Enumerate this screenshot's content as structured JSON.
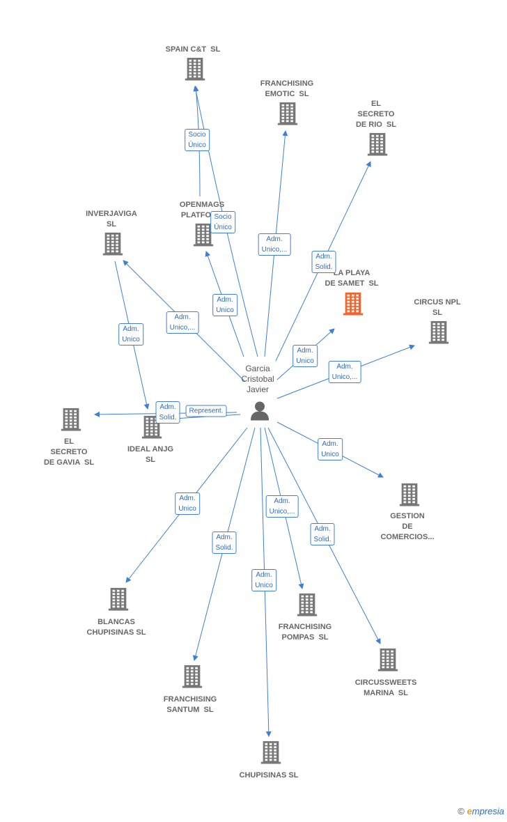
{
  "colors": {
    "edge": "#3d7fd6",
    "company": "#777777",
    "company_highlight": "#f26430",
    "person": "#666666"
  },
  "person": {
    "name": "Garcia\nCristobal\nJavier",
    "icon": "person-icon"
  },
  "companies": [
    {
      "id": "spain_ct",
      "name": "SPAIN C&T  SL",
      "highlight": false
    },
    {
      "id": "franchising_emotic",
      "name": "FRANCHISING\nEMOTIC  SL",
      "highlight": false
    },
    {
      "id": "el_secreto_rio",
      "name": "EL\nSECRETO\nDE RIO  SL",
      "highlight": false
    },
    {
      "id": "openmags",
      "name": "OPENMAGS\nPLATFORM",
      "highlight": false
    },
    {
      "id": "inverjaviga",
      "name": "INVERJAVIGA\nSL",
      "highlight": false
    },
    {
      "id": "la_playa_samet",
      "name": "LA PLAYA\nDE SAMET  SL",
      "highlight": true
    },
    {
      "id": "circus_npl",
      "name": "CIRCUS NPL\nSL",
      "highlight": false
    },
    {
      "id": "el_secreto_gavia",
      "name": "EL\nSECRETO\nDE GAVIA  SL",
      "highlight": false
    },
    {
      "id": "ideal_anjg",
      "name": "IDEAL ANJG\nSL",
      "highlight": false
    },
    {
      "id": "gestion_comercios",
      "name": "GESTION\nDE\nCOMERCIOS...",
      "highlight": false
    },
    {
      "id": "blancas_chupisinas",
      "name": "BLANCAS\nCHUPISINAS SL",
      "highlight": false
    },
    {
      "id": "franchising_pompas",
      "name": "FRANCHISING\nPOMPAS  SL",
      "highlight": false
    },
    {
      "id": "circussweets_marina",
      "name": "CIRCUSSWEETS\nMARINA  SL",
      "highlight": false
    },
    {
      "id": "franchising_santum",
      "name": "FRANCHISING\nSANTUM  SL",
      "highlight": false
    },
    {
      "id": "chupisinas",
      "name": "CHUPISINAS SL",
      "highlight": false
    }
  ],
  "relations": [
    {
      "to": "spain_ct",
      "label": "Socio\nÚnico"
    },
    {
      "to": "openmags",
      "label": "Socio\nÚnico"
    },
    {
      "to": "franchising_emotic",
      "label": "Adm.\nUnico,..."
    },
    {
      "to": "el_secreto_rio",
      "label": "Adm.\nSolid."
    },
    {
      "to": "inverjaviga",
      "label": "Adm.\nUnico,..."
    },
    {
      "to": "openmags",
      "label": "Adm.\nUnico"
    },
    {
      "to": "la_playa_samet",
      "label": "Adm.\nUnico"
    },
    {
      "to": "circus_npl",
      "label": "Adm.\nUnico,..."
    },
    {
      "to": "ideal_anjg",
      "label": "Adm.\nUnico"
    },
    {
      "to": "el_secreto_gavia",
      "label": "Adm.\nSolid."
    },
    {
      "to": "ideal_anjg",
      "label": "Represent."
    },
    {
      "to": "gestion_comercios",
      "label": "Adm.\nUnico"
    },
    {
      "to": "blancas_chupisinas",
      "label": "Adm.\nUnico"
    },
    {
      "to": "franchising_pompas",
      "label": "Adm.\nSolid."
    },
    {
      "to": "circussweets_marina",
      "label": "Adm.\nUnico,..."
    },
    {
      "to": "franchising_santum",
      "label": "Adm.\nSolid."
    },
    {
      "to": "chupisinas",
      "label": "Adm.\nUnico"
    }
  ],
  "footer": {
    "copyright": "©",
    "brand_first": "e",
    "brand_rest": "mpresia"
  }
}
